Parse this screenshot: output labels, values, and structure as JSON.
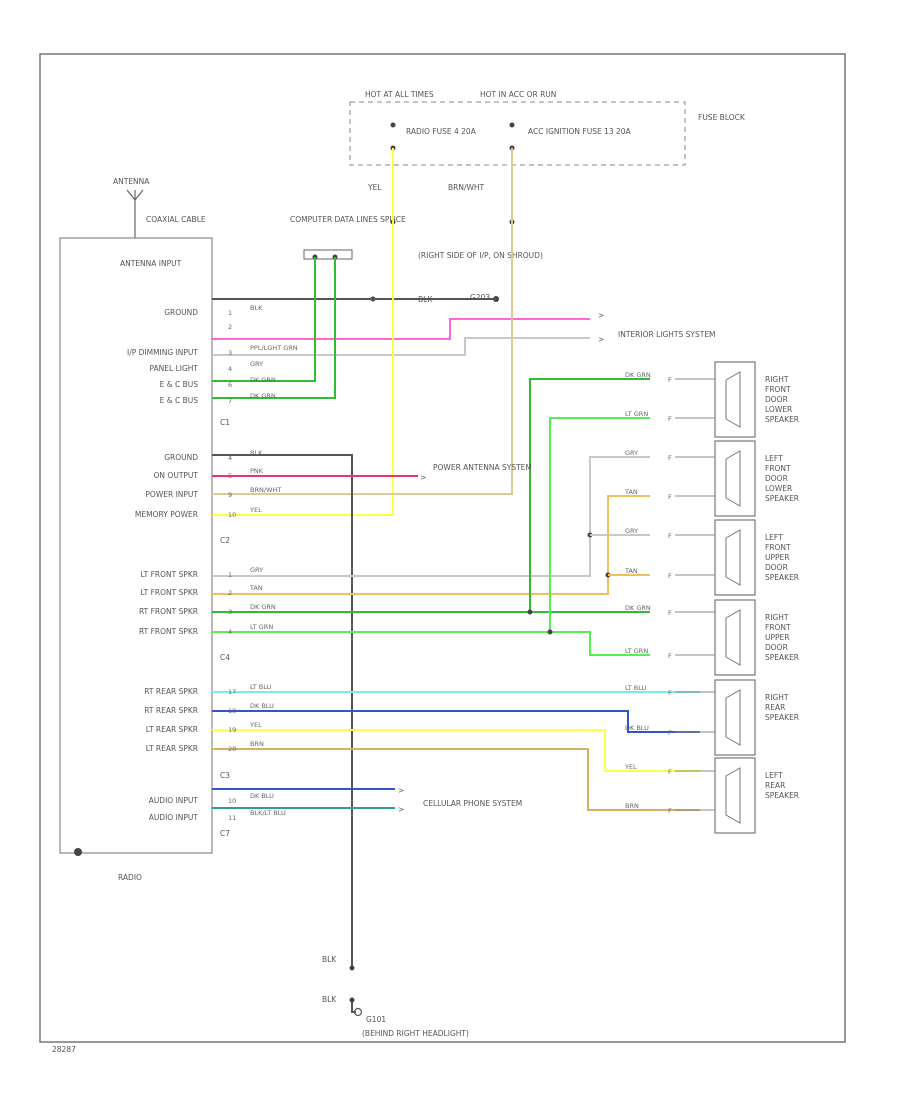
{
  "radio": {
    "name": "RADIO",
    "antenna_input": "ANTENNA INPUT",
    "c1": {
      "label": "C1",
      "pins": [
        {
          "pin": "1",
          "func": "GROUND",
          "color": "BLK"
        },
        {
          "pin": "2",
          "func": "",
          "color": ""
        },
        {
          "pin": "3",
          "func": "I/P DIMMING INPUT",
          "color": "PPL/LGHT GRN"
        },
        {
          "pin": "4",
          "func": "PANEL LIGHT",
          "color": "GRY"
        },
        {
          "pin": "6",
          "func": "E & C BUS",
          "color": "DK GRN"
        },
        {
          "pin": "7",
          "func": "E & C BUS",
          "color": "DK GRN"
        }
      ]
    },
    "c2": {
      "label": "C2",
      "pins": [
        {
          "pin": "4",
          "func": "GROUND",
          "color": "BLK"
        },
        {
          "pin": "5",
          "func": "ON OUTPUT",
          "color": "PNK"
        },
        {
          "pin": "9",
          "func": "POWER INPUT",
          "color": "BRN/WHT"
        },
        {
          "pin": "10",
          "func": "MEMORY POWER",
          "color": "YEL"
        }
      ]
    },
    "c4": {
      "label": "C4",
      "pins": [
        {
          "pin": "1",
          "func": "LT FRONT SPKR",
          "color": "GRY"
        },
        {
          "pin": "2",
          "func": "LT FRONT SPKR",
          "color": "TAN"
        },
        {
          "pin": "3",
          "func": "RT FRONT SPKR",
          "color": "DK GRN"
        },
        {
          "pin": "4",
          "func": "RT FRONT SPKR",
          "color": "LT GRN"
        }
      ]
    },
    "c3": {
      "label": "C3",
      "pins": [
        {
          "pin": "17",
          "func": "RT REAR SPKR",
          "color": "LT BLU"
        },
        {
          "pin": "18",
          "func": "RT REAR SPKR",
          "color": "DK BLU"
        },
        {
          "pin": "19",
          "func": "LT REAR SPKR",
          "color": "YEL"
        },
        {
          "pin": "20",
          "func": "LT REAR SPKR",
          "color": "BRN"
        }
      ]
    },
    "c7": {
      "label": "C7",
      "pins": [
        {
          "pin": "10",
          "func": "AUDIO INPUT",
          "color": "DK BLU"
        },
        {
          "pin": "11",
          "func": "AUDIO INPUT",
          "color": "BLK/LT BLU"
        }
      ]
    }
  },
  "antenna": {
    "label": "ANTENNA",
    "cable": "COAXIAL CABLE"
  },
  "fuse_block": {
    "label": "FUSE BLOCK",
    "hot_at_all_times": "HOT AT ALL TIMES",
    "hot_in_acc": "HOT IN ACC OR RUN",
    "radio_fuse": "RADIO FUSE 4 20A",
    "acc_fuse": "ACC IGNITION FUSE 13 20A",
    "yel_label": "YEL",
    "brn_wht_label": "BRN/WHT"
  },
  "computer_splice": "COMPUTER DATA LINES SPLICE",
  "ground_g1": {
    "label": "(RIGHT SIDE OF I/P, ON SHROUD)",
    "code": "G203",
    "wire": "BLK"
  },
  "interior_lights": "INTERIOR LIGHTS SYSTEM",
  "power_antenna": "POWER ANTENNA SYSTEM",
  "cellular": "CELLULAR PHONE SYSTEM",
  "speakers": [
    {
      "name": "RIGHT FRONT DOOR LOWER SPEAKER",
      "wires": [
        "DK GRN",
        "LT GRN"
      ]
    },
    {
      "name": "LEFT FRONT DOOR LOWER SPEAKER",
      "wires": [
        "GRY",
        "TAN"
      ]
    },
    {
      "name": "LEFT FRONT UPPER DOOR SPEAKER",
      "wires": [
        "GRY",
        "TAN"
      ]
    },
    {
      "name": "RIGHT FRONT UPPER DOOR SPEAKER",
      "wires": [
        "DK GRN",
        "LT GRN"
      ]
    },
    {
      "name": "RIGHT REAR SPEAKER",
      "wires": [
        "LT BLU",
        "DK BLU"
      ]
    },
    {
      "name": "LEFT REAR SPEAKER",
      "wires": [
        "YEL",
        "BRN"
      ]
    }
  ],
  "speaker_pin_label": "F",
  "ground_g2": {
    "wire_top": "BLK",
    "wire_bottom": "BLK",
    "code": "G101",
    "label": "(BEHIND RIGHT HEADLIGHT)"
  },
  "footer_code": "28287",
  "colors": {
    "blk": "#555555",
    "pink": "#ff66dd",
    "gry": "#c8c8c8",
    "dkgrn": "#33bb33",
    "ltgrn": "#55ee55",
    "pnk": "#ee3366",
    "brnwht": "#e0c898",
    "yel": "#ffff44",
    "tan": "#f0c060",
    "ltblu": "#77eeee",
    "dkblu": "#3355cc",
    "brn": "#d8b060",
    "teal": "#339999"
  }
}
